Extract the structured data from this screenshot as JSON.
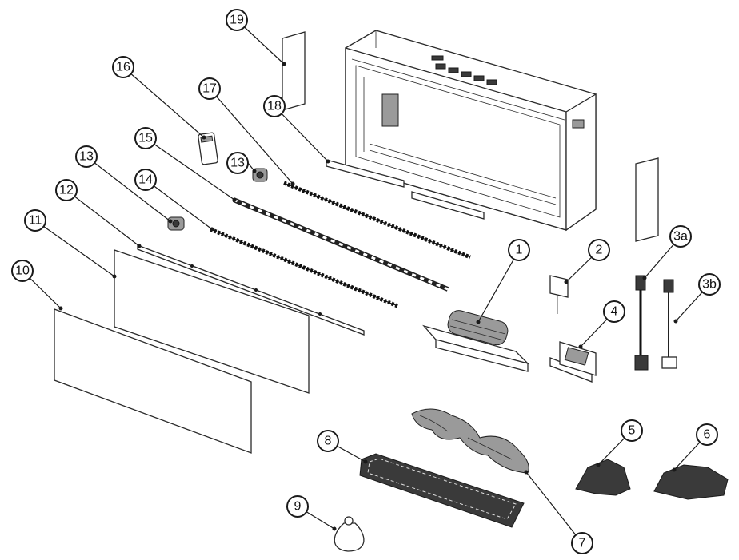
{
  "callouts": [
    {
      "id": "1",
      "label": "1"
    },
    {
      "id": "2",
      "label": "2"
    },
    {
      "id": "3a",
      "label": "3a"
    },
    {
      "id": "3b",
      "label": "3b"
    },
    {
      "id": "4",
      "label": "4"
    },
    {
      "id": "5",
      "label": "5"
    },
    {
      "id": "6",
      "label": "6"
    },
    {
      "id": "7",
      "label": "7"
    },
    {
      "id": "8",
      "label": "8"
    },
    {
      "id": "9",
      "label": "9"
    },
    {
      "id": "10",
      "label": "10"
    },
    {
      "id": "11",
      "label": "11"
    },
    {
      "id": "12",
      "label": "12"
    },
    {
      "id": "13a",
      "label": "13"
    },
    {
      "id": "13b",
      "label": "13"
    },
    {
      "id": "14",
      "label": "14"
    },
    {
      "id": "15",
      "label": "15"
    },
    {
      "id": "16",
      "label": "16"
    },
    {
      "id": "17",
      "label": "17"
    },
    {
      "id": "18",
      "label": "18"
    },
    {
      "id": "19",
      "label": "19"
    }
  ]
}
